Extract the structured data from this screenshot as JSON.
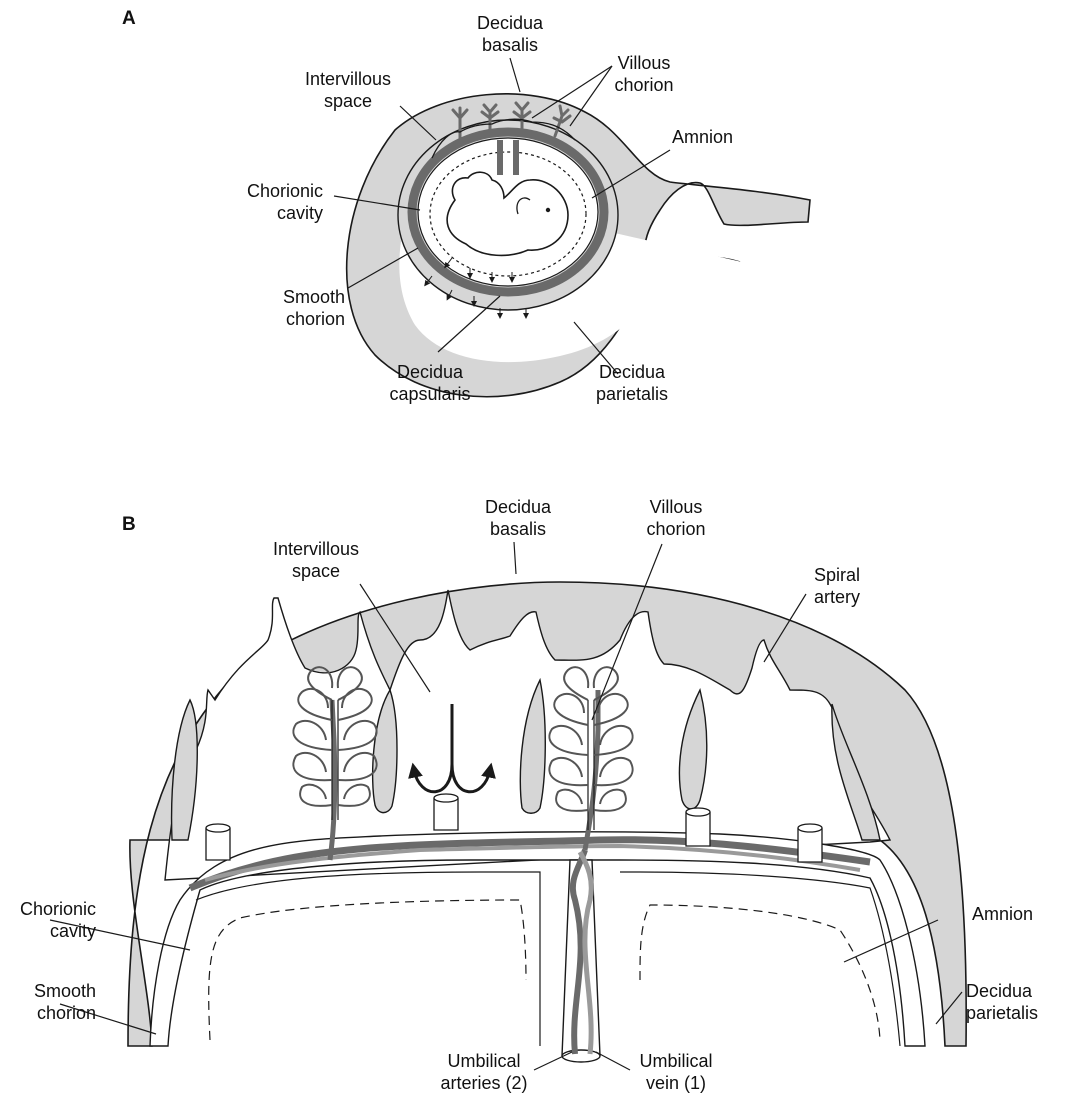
{
  "panels": {
    "a": {
      "letter": "A",
      "labels": {
        "decidua_basalis": [
          "Decidua",
          "basalis"
        ],
        "intervillous_space": [
          "Intervillous",
          "space"
        ],
        "villous_chorion": [
          "Villous",
          "chorion"
        ],
        "amnion": "Amnion",
        "chorionic_cavity": [
          "Chorionic",
          "cavity"
        ],
        "smooth_chorion": [
          "Smooth",
          "chorion"
        ],
        "decidua_capsularis": [
          "Decidua",
          "capsularis"
        ],
        "decidua_parietalis": [
          "Decidua",
          "parietalis"
        ]
      }
    },
    "b": {
      "letter": "B",
      "labels": {
        "intervillous_space": [
          "Intervillous",
          "space"
        ],
        "decidua_basalis": [
          "Decidua",
          "basalis"
        ],
        "villous_chorion": [
          "Villous",
          "chorion"
        ],
        "spiral_artery": [
          "Spiral",
          "artery"
        ],
        "chorionic_cavity": [
          "Chorionic",
          "cavity"
        ],
        "smooth_chorion": [
          "Smooth",
          "chorion"
        ],
        "amnion": "Amnion",
        "decidua_parietalis": [
          "Decidua",
          "parietalis"
        ],
        "umbilical_arteries": [
          "Umbilical",
          "arteries (2)"
        ],
        "umbilical_vein": [
          "Umbilical",
          "vein (1)"
        ]
      }
    }
  },
  "colors": {
    "decidua": "#d6d6d6",
    "chorion": "#6a6a6a",
    "vessel_light": "#9a9a9a",
    "outline": "#1a1a1a"
  }
}
